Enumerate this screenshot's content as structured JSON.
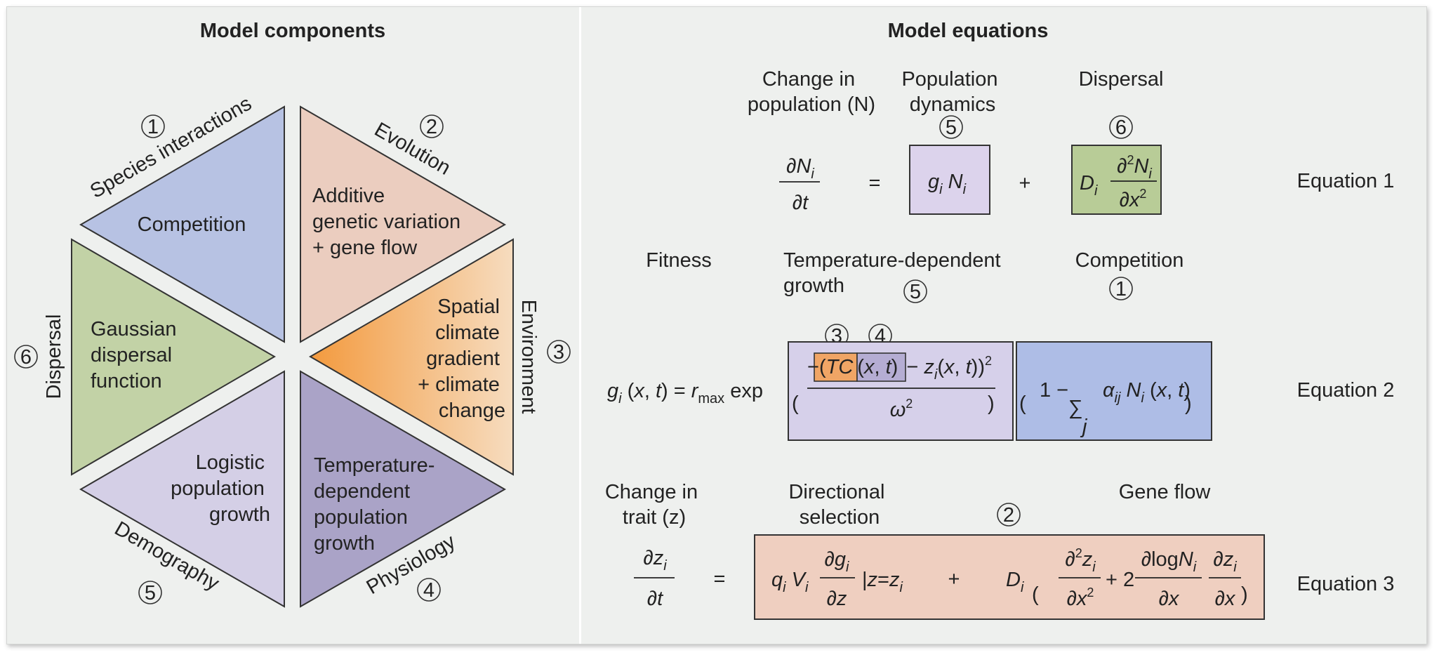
{
  "panels": {
    "left_title": "Model components",
    "right_title": "Model equations"
  },
  "components": [
    {
      "num": "1",
      "category": "Species interactions",
      "body": [
        "Competition"
      ],
      "fill": "#b7c2e3"
    },
    {
      "num": "2",
      "category": "Evolution",
      "body": [
        "Additive",
        "genetic variation",
        "+ gene flow"
      ],
      "fill": "#ebcdbf"
    },
    {
      "num": "3",
      "category": "Environment",
      "body": [
        "Spatial",
        "climate",
        "gradient",
        "+ climate",
        "change"
      ],
      "fill_from": "#f3a04a",
      "fill_to": "#f5d9b8"
    },
    {
      "num": "4",
      "category": "Physiology",
      "body": [
        "Temperature-",
        "dependent",
        "population",
        "growth"
      ],
      "fill": "#aaa3c7"
    },
    {
      "num": "5",
      "category": "Demography",
      "body": [
        "Logistic",
        "population",
        "growth"
      ],
      "fill": "#d4cfe6"
    },
    {
      "num": "6",
      "category": "Dispersal",
      "body": [
        "Gaussian",
        "dispersal",
        "function"
      ],
      "fill": "#c2d2a6"
    }
  ],
  "eq1": {
    "headers": {
      "change": [
        "Change in",
        "population (N)"
      ],
      "popdyn": [
        "Population",
        "dynamics"
      ],
      "dispersal": "Dispersal"
    },
    "nums": {
      "popdyn": "5",
      "dispersal": "6"
    },
    "label": "Equation 1"
  },
  "eq2": {
    "headers": {
      "fitness": "Fitness",
      "tempgrowth": [
        "Temperature-dependent",
        "growth"
      ],
      "competition": "Competition"
    },
    "nums": {
      "tempgrowth": "5",
      "competition": "1",
      "tc": "3",
      "xt": "4"
    },
    "label": "Equation 2"
  },
  "eq3": {
    "headers": {
      "change": [
        "Change in",
        "trait (z)"
      ],
      "selection": [
        "Directional",
        "selection"
      ],
      "geneflow": "Gene flow"
    },
    "nums": {
      "evolution": "2"
    },
    "label": "Equation 3"
  },
  "colors": {
    "competition": "#b7c2e3",
    "evolution": "#ebcdbf",
    "dispersal": "#c2d2a6",
    "demography": "#d4cfe6",
    "physiology": "#aaa3c7",
    "environment": "#f3a04a",
    "popdyn_box": "#dcd3ec",
    "disp_box": "#b8cc97",
    "temp_box": "#d6d0ea",
    "comp_box": "#aebde6",
    "evo_box": "#efcfc0",
    "tc_box": "#f0a565",
    "xt_box": "#b5add3"
  }
}
